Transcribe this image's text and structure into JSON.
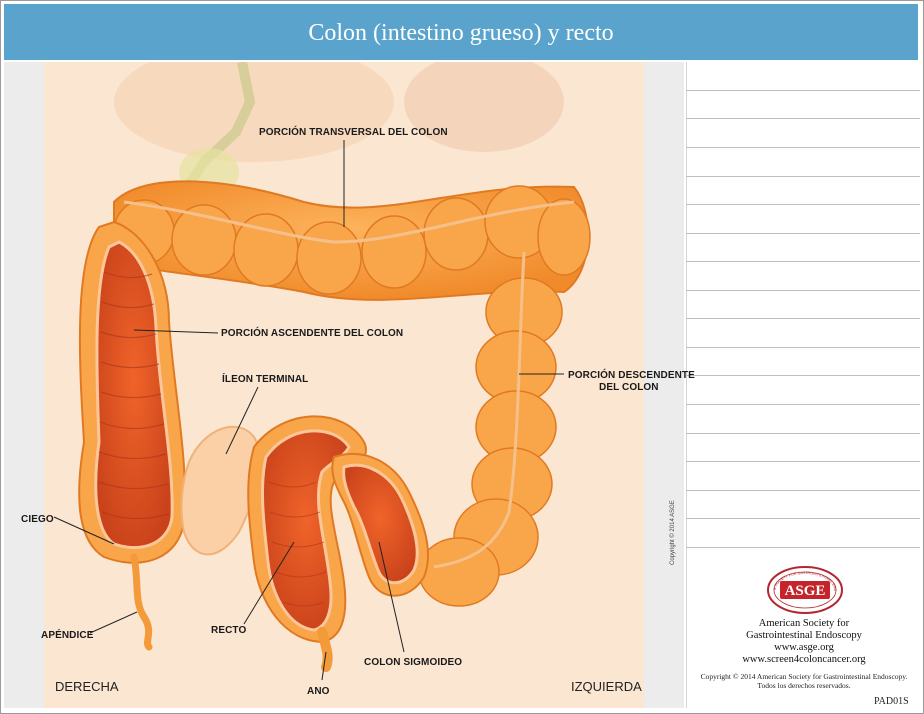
{
  "title": "Colon (intestino grueso) y recto",
  "labels": {
    "transverse": "PORCIÓN TRANSVERSAL DEL COLON",
    "ascending": "PORCIÓN ASCENDENTE DEL COLON",
    "ileum": "ÍLEON TERMINAL",
    "descending_1": "PORCIÓN DESCENDENTE",
    "descending_2": "DEL COLON",
    "cecum": "CIEGO",
    "appendix": "APÉNDICE",
    "rectum": "RECTO",
    "sigmoid": "COLON SIGMOIDEO",
    "anus": "ANO"
  },
  "sides": {
    "right": "DERECHA",
    "left": "IZQUIERDA"
  },
  "vertical_copyright": "Copyright © 2014 ASGE",
  "asge": {
    "logo_text": "ASGE",
    "logo_ring_text": "AMERICAN SOCIETY FOR GASTROINTESTINAL ENDOSCOPY",
    "line1": "American Society for",
    "line2": "Gastrointestinal Endoscopy",
    "url1": "www.asge.org",
    "url2": "www.screen4coloncancer.org",
    "copyright1": "Copyright © 2014 American Society for Gastrointestinal Endoscopy.",
    "copyright2": "Todos los derechos reservados."
  },
  "code": "PAD01S",
  "colors": {
    "header": "#5aa3cc",
    "colon_outer": "#f79a3a",
    "colon_inner": "#e2551f",
    "skin": "#fbe3cc"
  }
}
